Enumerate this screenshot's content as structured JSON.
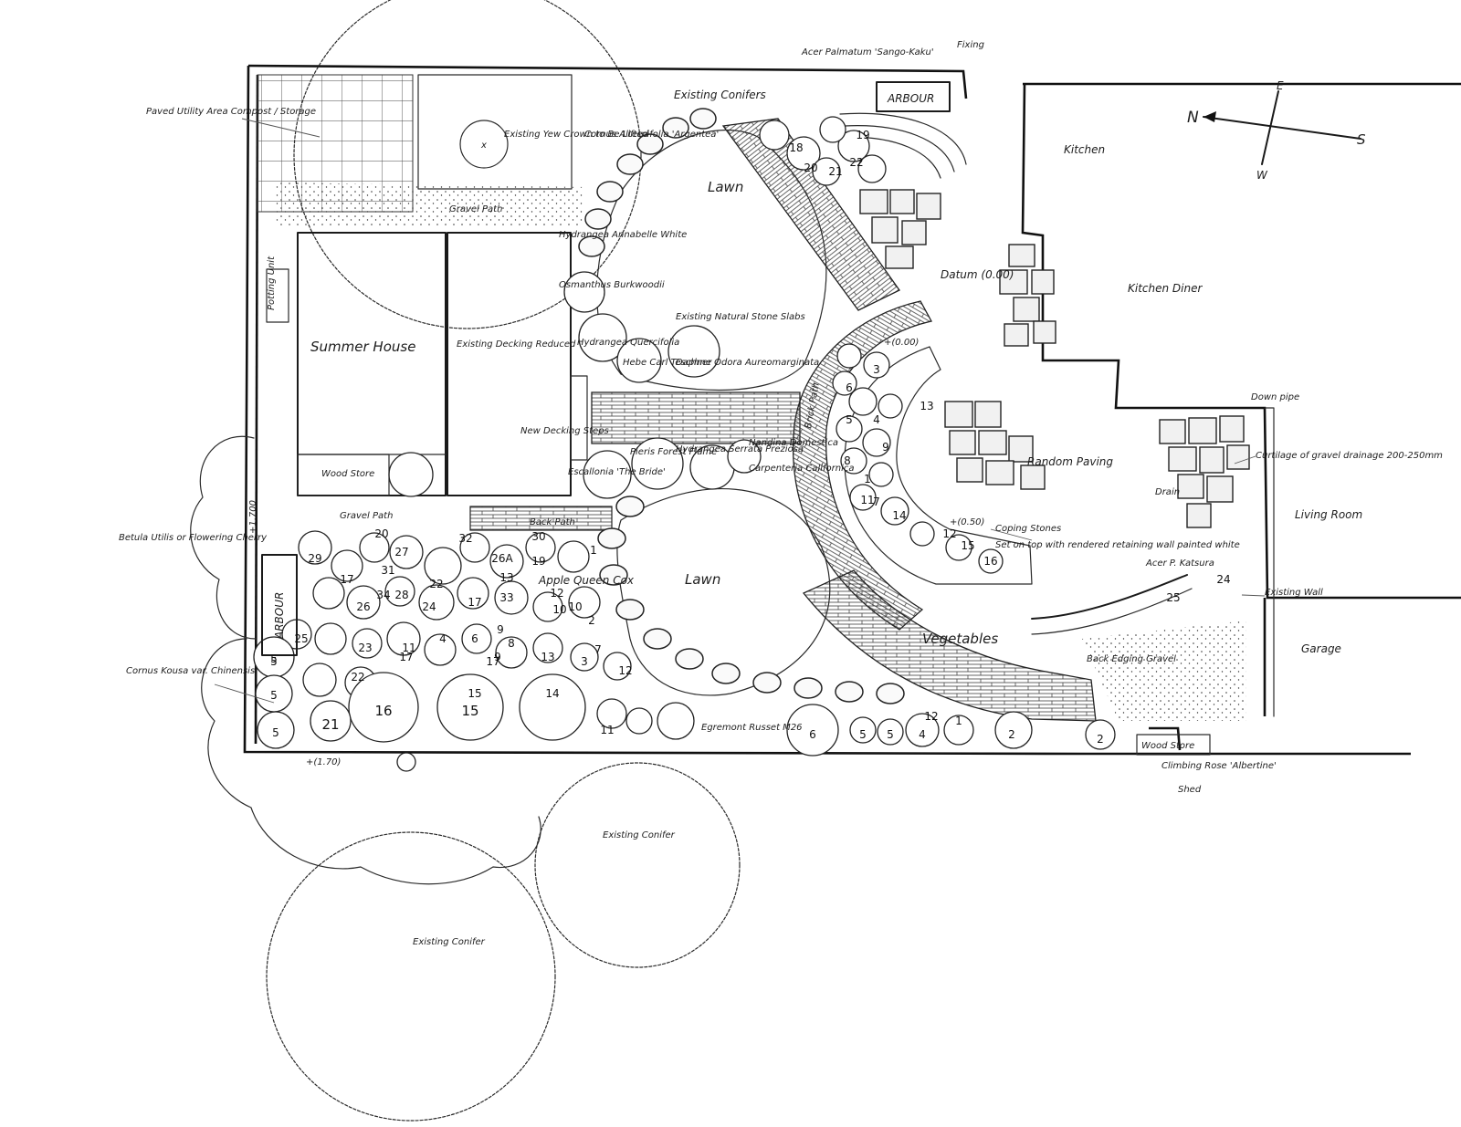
{
  "labels": {
    "paved_utility_area": "Paved Utility Area Compost / Storage",
    "existing_yew": "Existing Yew Crown to Be Lifted",
    "cornus_alternifolia": "Cornus Alternifolia 'Argentea'",
    "existing_conifers": "Existing Conifers",
    "acer_palmatum": "Acer Palmatum 'Sango-Kaku'",
    "arbour_top": "ARBOUR",
    "fixing": "Fixing",
    "lawn_top": "Lawn",
    "gravel_path_top": "Gravel Path",
    "summer_house": "Summer House",
    "existing_decking": "Existing Decking Reduced",
    "existing_stone_slabs": "Existing Natural Stone Slabs",
    "hydrangea_quercifolia": "Hydrangea Quercifolia",
    "hebe_carl": "Hebe Carl Teschner",
    "daphne": "Daphne Odora Aureomarginata",
    "datum": "Datum (0.00)",
    "kitchen": "Kitchen",
    "kitchen_diner": "Kitchen Diner",
    "random_paving": "Random Paving",
    "brick_path": "Brick Path",
    "wood_store_left": "Wood Store",
    "new_decking_steps": "New Decking Steps",
    "back_path": "Back Path",
    "gravel_path_left": "Gravel Path",
    "betula": "Betula Utilis or Flowering Cherry",
    "arbour_left": "ARBOUR",
    "lawn_mid": "Lawn",
    "apple_queen_cox": "Apple Queen Cox",
    "coping_stones": "Coping Stones",
    "coping_note": "Set on top with rendered retaining wall painted white",
    "drain": "Drain",
    "curtilage_gravel": "Curtilage of gravel drainage 200-250mm",
    "living_room": "Living Room",
    "acer_katsura": "Acer P. Katsura",
    "existing_wall": "Existing Wall",
    "vegetables": "Vegetables",
    "garage": "Garage",
    "back_gravel": "Back Edging Gravel",
    "cornus_kousa": "Cornus Kousa var. Chinensis",
    "egremont": "Egremont Russet M26",
    "wood_store_bottom": "Wood Store",
    "climbing_rose": "Climbing Rose 'Albertine'",
    "shed": "Shed",
    "existing_conifer_a": "Existing Conifer",
    "existing_conifer_b": "Existing Conifer",
    "down_pipe": "Down pipe",
    "level_a": "+1.700",
    "level_b": "+(1.70)",
    "level_c": "+(0.50)",
    "level_d": "+(0.00)",
    "potting_unit": "Potting Unit",
    "pieris": "Pieris Forest Flame",
    "escallonia": "Escallonia 'The Bride'",
    "hydrangea_serrata": "Hydrangea Serrata Preziosa",
    "nandina": "Nandina Domestica",
    "gardenia": "Carpenteria Californica",
    "hydrangea_annabelle": "Hydrangea Annabelle White",
    "osmanthus": "Osmanthus Burkwoodii"
  },
  "compass": {
    "n": "N",
    "s": "S",
    "e": "E",
    "w": "W"
  },
  "plant_numbers": {
    "bed_left": [
      "30",
      "20",
      "26A",
      "13",
      "1",
      "29",
      "33",
      "26",
      "28",
      "22",
      "17",
      "17",
      "25",
      "12",
      "5",
      "8",
      "6",
      "9",
      "4",
      "10",
      "27",
      "34",
      "11",
      "15",
      "3",
      "2",
      "7",
      "23",
      "24",
      "32",
      "31",
      "19"
    ],
    "bed_bottom": [
      "21",
      "16",
      "15",
      "14",
      "17",
      "17",
      "13",
      "9",
      "22",
      "5",
      "5",
      "5",
      "10",
      "11",
      "12"
    ],
    "bed_lower": [
      "6",
      "5",
      "5",
      "4",
      "1",
      "2",
      "2",
      "12"
    ],
    "bed_crescent": [
      "4",
      "3",
      "6",
      "5",
      "8",
      "1",
      "7",
      "9",
      "11",
      "14",
      "13",
      "12",
      "16",
      "15"
    ],
    "bed_top": [
      "18",
      "20",
      "21",
      "22",
      "19"
    ],
    "bed_right": [
      "24",
      "25"
    ]
  }
}
